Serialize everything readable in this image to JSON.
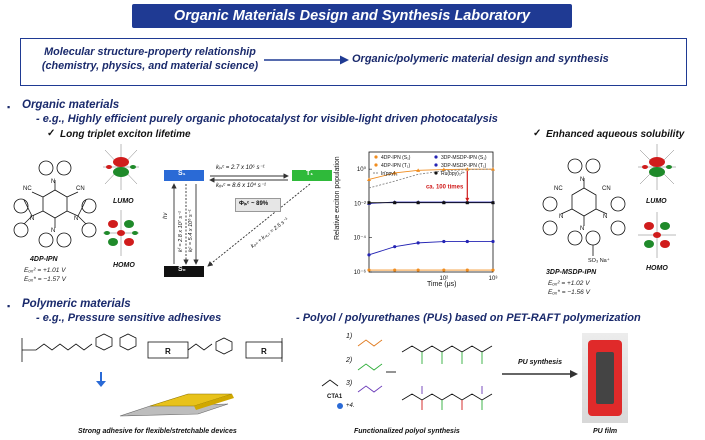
{
  "header": {
    "title": "Organic Materials Design and Synthesis Laboratory"
  },
  "relationship": {
    "left_line1": "Molecular structure-property relationship",
    "left_line2": "(chemistry, physics, and material science)",
    "right": "Organic/polymeric material design and synthesis"
  },
  "organic": {
    "heading": "Organic materials",
    "example": "-  e.g., Highly efficient purely organic photocatalyst for visible-light driven photocatalysis",
    "check_left": "Long triplet exciton lifetime",
    "check_right": "Enhanced aqueous solubility",
    "mol_left": {
      "name": "4DP-IPN",
      "lumo": "LUMO",
      "homo": "HOMO",
      "e1": "Eₒₓ² = +1.01 V",
      "e2": "Eₒₓ* = −1.57 V"
    },
    "mol_right": {
      "name": "3DP-MSDP-IPN",
      "lumo": "LUMO",
      "homo": "HOMO",
      "e1": "Eₒₓ² = +1.02 V",
      "e2": "Eₒₓ* = −1.56 V",
      "salt": "SO₃ Na⁺"
    },
    "jablonski": {
      "s1": "S₁",
      "t1": "T₁",
      "s0": "S₀",
      "kisc": "kᵢₛᶜ = 2.7 x 10⁶ s⁻¹",
      "krisc": "kᵣᵢₛᶜ = 8.6 x 10⁴ s⁻¹",
      "phi": "Φᵢₛᶜ ~ 89%",
      "hv": "hv",
      "kf": "kᶠ = 2.8 x 10⁷ s⁻¹",
      "kic": "kᵢᶜ = 5.4 x 10⁶ s⁻¹",
      "kph": "kₚₕ + kₙᵣ,ₜ = 2.5 s⁻¹"
    }
  },
  "chart_data": {
    "type": "line",
    "ylabel": "Relative exciton population",
    "xlabel": "Time (μs)",
    "xscale": "log",
    "yscale": "log",
    "xlim": [
      3,
      1000
    ],
    "ylim": [
      1e-06,
      10
    ],
    "xticks": [
      "10²",
      "10³"
    ],
    "yticks": [
      "10⁰",
      "10⁻²",
      "10⁻⁴",
      "10⁻⁶"
    ],
    "annotation": "ca. 100 times",
    "series": [
      {
        "name": "4DP-IPN (S₁)",
        "color": "#f08c1e",
        "marker": "circle",
        "x": [
          3,
          10,
          30,
          100,
          300,
          1000
        ],
        "y": [
          1.3e-06,
          1.3e-06,
          1.3e-06,
          1.3e-06,
          1.3e-06,
          1.3e-06
        ]
      },
      {
        "name": "4DP-IPN (T₁)",
        "color": "#f08c1e",
        "marker": "triangle",
        "x": [
          3,
          10,
          30,
          100,
          300,
          1000
        ],
        "y": [
          0.25,
          0.6,
          0.85,
          0.95,
          1.0,
          1.0
        ]
      },
      {
        "name": "Ir(ppy)₃",
        "color": "#888888",
        "marker": "line",
        "x": [
          3,
          10,
          30,
          100,
          300,
          1000
        ],
        "y": [
          0.08,
          0.2,
          0.5,
          0.8,
          0.95,
          1.0
        ]
      },
      {
        "name": "3DP-MSDP-IPN (S₁)",
        "color": "#2424b4",
        "marker": "circle",
        "x": [
          3,
          10,
          30,
          100,
          300,
          1000
        ],
        "y": [
          1e-05,
          3e-05,
          5e-05,
          6e-05,
          6e-05,
          6e-05
        ]
      },
      {
        "name": "3DP-MSDP-IPN (T₁)",
        "color": "#2424b4",
        "marker": "triangle",
        "x": [
          3,
          10,
          30,
          100,
          300,
          1000
        ],
        "y": [
          0.01,
          0.012,
          0.012,
          0.012,
          0.012,
          0.012
        ]
      },
      {
        "name": "Ru(bpy)₃²⁺",
        "color": "#111111",
        "marker": "square",
        "x": [
          3,
          10,
          30,
          100,
          300,
          1000
        ],
        "y": [
          0.011,
          0.011,
          0.011,
          0.011,
          0.011,
          0.011
        ]
      }
    ]
  },
  "polymeric": {
    "heading": "Polymeric materials",
    "example_left": "-  e.g., Pressure sensitive adhesives",
    "example_right": "-   Polyol / polyurethanes (PUs) based on PET-RAFT polymerization",
    "cap_adhesive": "Strong adhesive for flexible/stretchable devices",
    "cap_polyol": "Functionalized polyol synthesis",
    "cap_film": "PU film",
    "pu_synthesis": "PU synthesis",
    "r_label": "R",
    "cta": "CTA1",
    "steps": [
      "1)",
      "2)",
      "3)"
    ],
    "tail": "+4."
  }
}
